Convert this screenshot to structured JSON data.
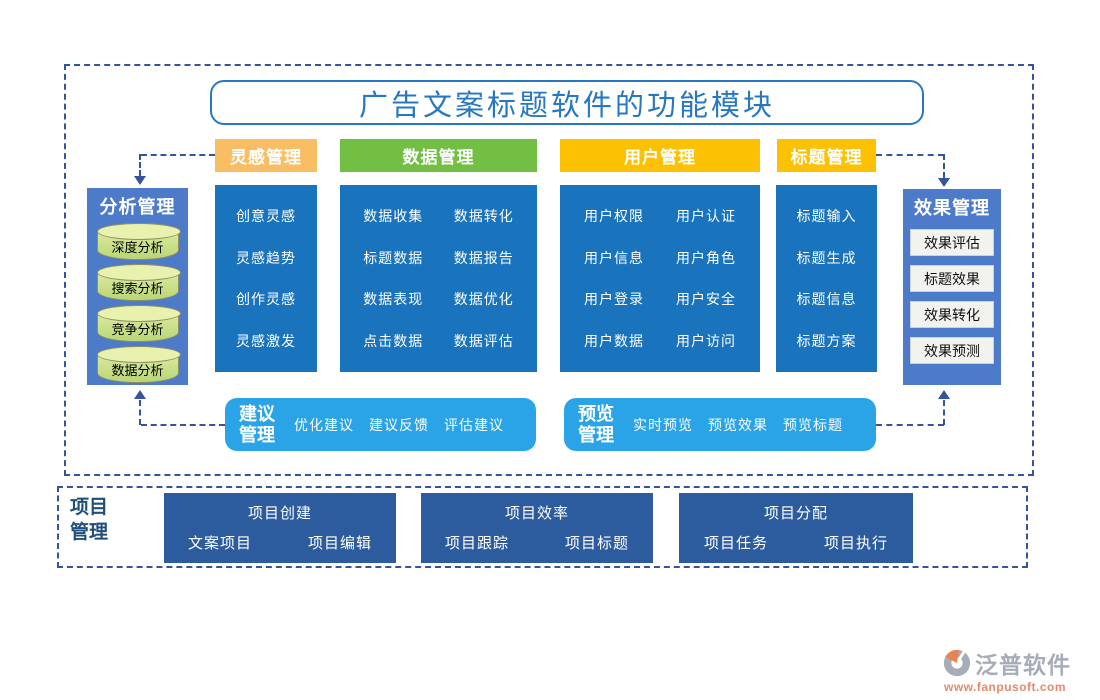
{
  "title": "广告文案标题软件的功能模块",
  "colors": {
    "frame_dash": "#35549b",
    "title_blue": "#2778c2",
    "header_orange": "#f9bd63",
    "header_green": "#72bf44",
    "header_gold": "#fdc104",
    "column_blue": "#1a73bd",
    "panel_blue": "#4d7bca",
    "bar_sky": "#2aa4e7",
    "project_navy": "#2d5c9e",
    "project_label_navy": "#1f4e79",
    "cylinder_green": "#cfe39b",
    "watermark_gray": "#a7acb9",
    "watermark_orange": "#e9896c"
  },
  "headers": [
    {
      "label": "灵感管理"
    },
    {
      "label": "数据管理"
    },
    {
      "label": "用户管理"
    },
    {
      "label": "标题管理"
    }
  ],
  "left_panel": {
    "title": "分析管理",
    "items": [
      "深度分析",
      "搜索分析",
      "竞争分析",
      "数据分析"
    ]
  },
  "right_panel": {
    "title": "效果管理",
    "items": [
      "效果评估",
      "标题效果",
      "效果转化",
      "效果预测"
    ]
  },
  "columns": {
    "inspiration": [
      "创意灵感",
      "灵感趋势",
      "创作灵感",
      "灵感激发"
    ],
    "data": [
      [
        "数据收集",
        "数据转化"
      ],
      [
        "标题数据",
        "数据报告"
      ],
      [
        "数据表现",
        "数据优化"
      ],
      [
        "点击数据",
        "数据评估"
      ]
    ],
    "user": [
      [
        "用户权限",
        "用户认证"
      ],
      [
        "用户信息",
        "用户角色"
      ],
      [
        "用户登录",
        "用户安全"
      ],
      [
        "用户数据",
        "用户访问"
      ]
    ],
    "headline": [
      "标题输入",
      "标题生成",
      "标题信息",
      "标题方案"
    ]
  },
  "suggestion_bar": {
    "title": "建议管理",
    "items": [
      "优化建议",
      "建议反馈",
      "评估建议"
    ]
  },
  "preview_bar": {
    "title": "预览管理",
    "items": [
      "实时预览",
      "预览效果",
      "预览标题"
    ]
  },
  "project_section": {
    "title": "项目管理",
    "groups": [
      {
        "title": "项目创建",
        "items": [
          "文案项目",
          "项目编辑"
        ]
      },
      {
        "title": "项目效率",
        "items": [
          "项目跟踪",
          "项目标题"
        ]
      },
      {
        "title": "项目分配",
        "items": [
          "项目任务",
          "项目执行"
        ]
      }
    ]
  },
  "watermark": {
    "name": "泛普软件",
    "url": "www.fanpusoft.com"
  }
}
